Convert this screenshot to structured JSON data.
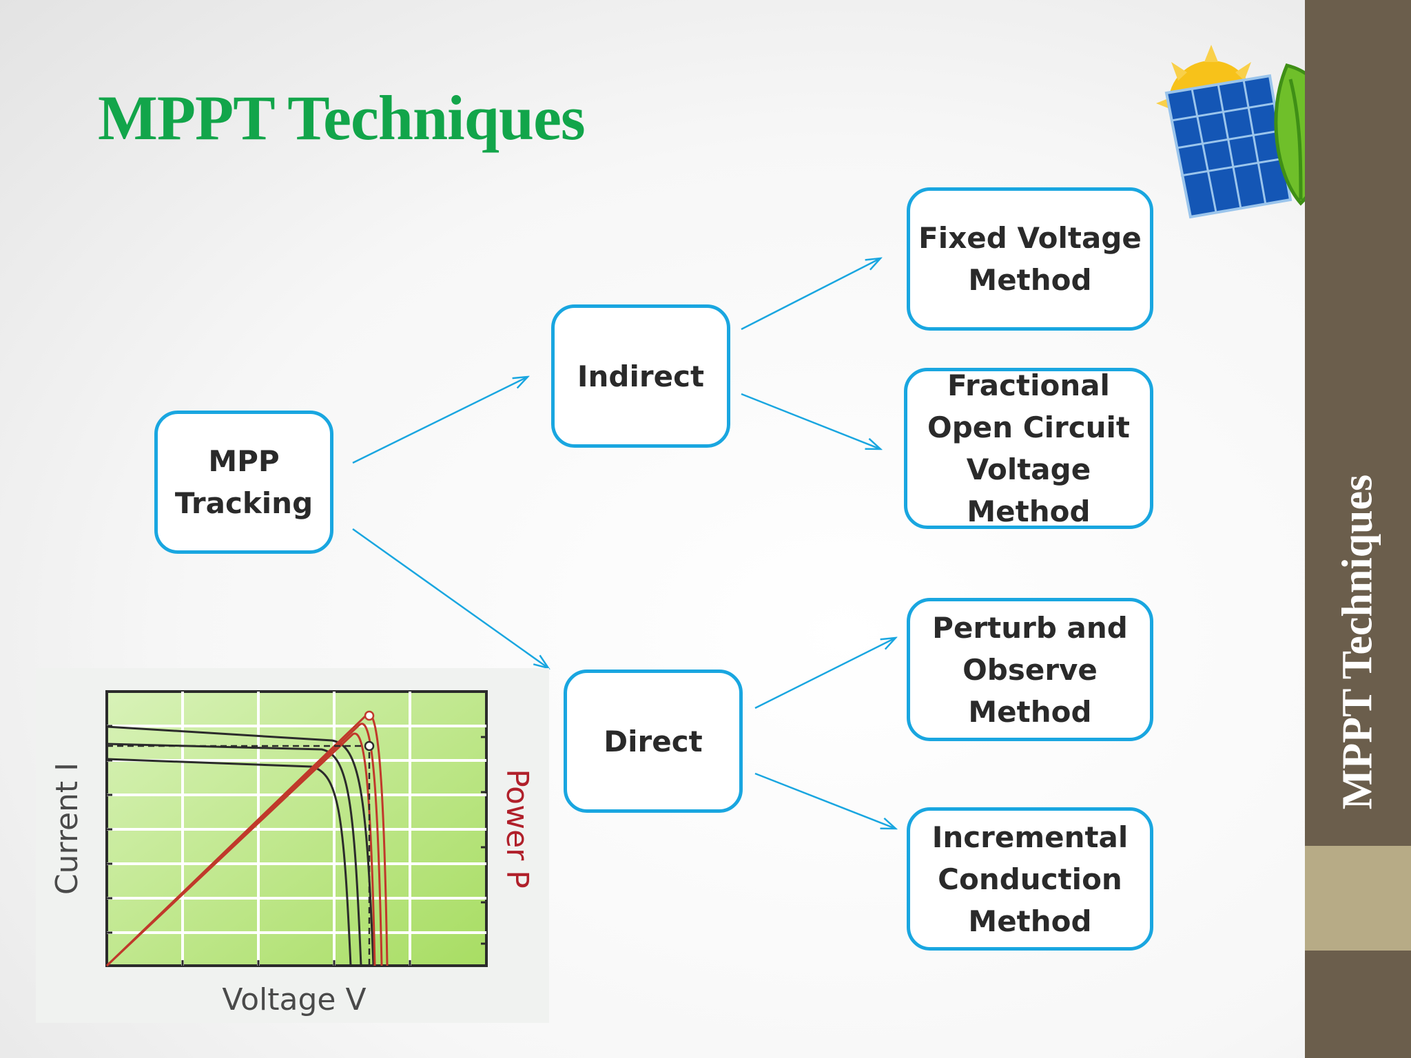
{
  "slide": {
    "title": "MPPT Techniques",
    "side_title": "MPPT Techniques"
  },
  "diagram": {
    "root": "MPP\nTracking",
    "indirect": "Indirect",
    "direct": "Direct",
    "fixed_voltage": "Fixed Voltage\nMethod",
    "fractional_ocv": "Fractional\nOpen Circuit\nVoltage\nMethod",
    "perturb_observe": "Perturb and\nObserve\nMethod",
    "incremental_conductance": "Incremental\nConduction\nMethod"
  },
  "plot": {
    "ylabel_left": "Current I",
    "ylabel_right": "Power P",
    "xlabel": "Voltage V"
  },
  "colors": {
    "title_green": "#12a54a",
    "node_border": "#19a6e0",
    "arrow": "#19a6e0",
    "panel": "#6b5e4c",
    "panel_accent": "#b7ab86",
    "iv_curve": "#2b2b2b",
    "pv_curve": "#c0392b"
  }
}
